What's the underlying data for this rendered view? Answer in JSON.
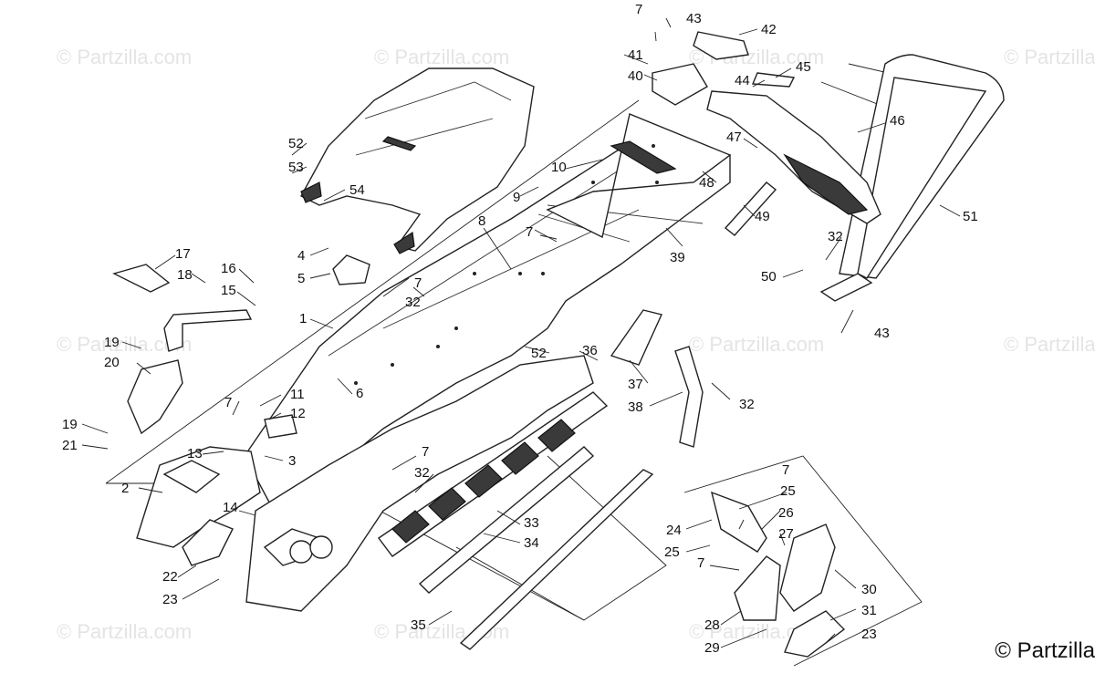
{
  "watermark": {
    "text": "© Partzilla.com"
  },
  "copyright": {
    "text": "© Partzilla"
  },
  "callouts": [
    {
      "id": "c1",
      "label": "1"
    },
    {
      "id": "c2",
      "label": "2"
    },
    {
      "id": "c3",
      "label": "3"
    },
    {
      "id": "c4",
      "label": "4"
    },
    {
      "id": "c5",
      "label": "5"
    },
    {
      "id": "c6",
      "label": "6"
    },
    {
      "id": "c7a",
      "label": "7"
    },
    {
      "id": "c7b",
      "label": "7"
    },
    {
      "id": "c7c",
      "label": "7"
    },
    {
      "id": "c7d",
      "label": "7"
    },
    {
      "id": "c7e",
      "label": "7"
    },
    {
      "id": "c7f",
      "label": "7"
    },
    {
      "id": "c7g",
      "label": "7"
    },
    {
      "id": "c8",
      "label": "8"
    },
    {
      "id": "c9",
      "label": "9"
    },
    {
      "id": "c10",
      "label": "10"
    },
    {
      "id": "c11",
      "label": "11"
    },
    {
      "id": "c12",
      "label": "12"
    },
    {
      "id": "c13",
      "label": "13"
    },
    {
      "id": "c14",
      "label": "14"
    },
    {
      "id": "c15",
      "label": "15"
    },
    {
      "id": "c16",
      "label": "16"
    },
    {
      "id": "c17",
      "label": "17"
    },
    {
      "id": "c18",
      "label": "18"
    },
    {
      "id": "c19a",
      "label": "19"
    },
    {
      "id": "c19b",
      "label": "19"
    },
    {
      "id": "c20",
      "label": "20"
    },
    {
      "id": "c21",
      "label": "21"
    },
    {
      "id": "c22",
      "label": "22"
    },
    {
      "id": "c23a",
      "label": "23"
    },
    {
      "id": "c23b",
      "label": "23"
    },
    {
      "id": "c24",
      "label": "24"
    },
    {
      "id": "c25a",
      "label": "25"
    },
    {
      "id": "c25b",
      "label": "25"
    },
    {
      "id": "c26",
      "label": "26"
    },
    {
      "id": "c27",
      "label": "27"
    },
    {
      "id": "c28",
      "label": "28"
    },
    {
      "id": "c29",
      "label": "29"
    },
    {
      "id": "c30",
      "label": "30"
    },
    {
      "id": "c31",
      "label": "31"
    },
    {
      "id": "c32a",
      "label": "32"
    },
    {
      "id": "c32b",
      "label": "32"
    },
    {
      "id": "c32c",
      "label": "32"
    },
    {
      "id": "c32d",
      "label": "32"
    },
    {
      "id": "c33",
      "label": "33"
    },
    {
      "id": "c34",
      "label": "34"
    },
    {
      "id": "c35",
      "label": "35"
    },
    {
      "id": "c36",
      "label": "36"
    },
    {
      "id": "c37",
      "label": "37"
    },
    {
      "id": "c38",
      "label": "38"
    },
    {
      "id": "c39",
      "label": "39"
    },
    {
      "id": "c40",
      "label": "40"
    },
    {
      "id": "c41",
      "label": "41"
    },
    {
      "id": "c42",
      "label": "42"
    },
    {
      "id": "c43a",
      "label": "43"
    },
    {
      "id": "c43b",
      "label": "43"
    },
    {
      "id": "c44",
      "label": "44"
    },
    {
      "id": "c45",
      "label": "45"
    },
    {
      "id": "c46",
      "label": "46"
    },
    {
      "id": "c47",
      "label": "47"
    },
    {
      "id": "c48",
      "label": "48"
    },
    {
      "id": "c49",
      "label": "49"
    },
    {
      "id": "c50",
      "label": "50"
    },
    {
      "id": "c51",
      "label": "51"
    },
    {
      "id": "c52a",
      "label": "52"
    },
    {
      "id": "c52b",
      "label": "52"
    },
    {
      "id": "c53",
      "label": "53"
    },
    {
      "id": "c54",
      "label": "54"
    }
  ]
}
